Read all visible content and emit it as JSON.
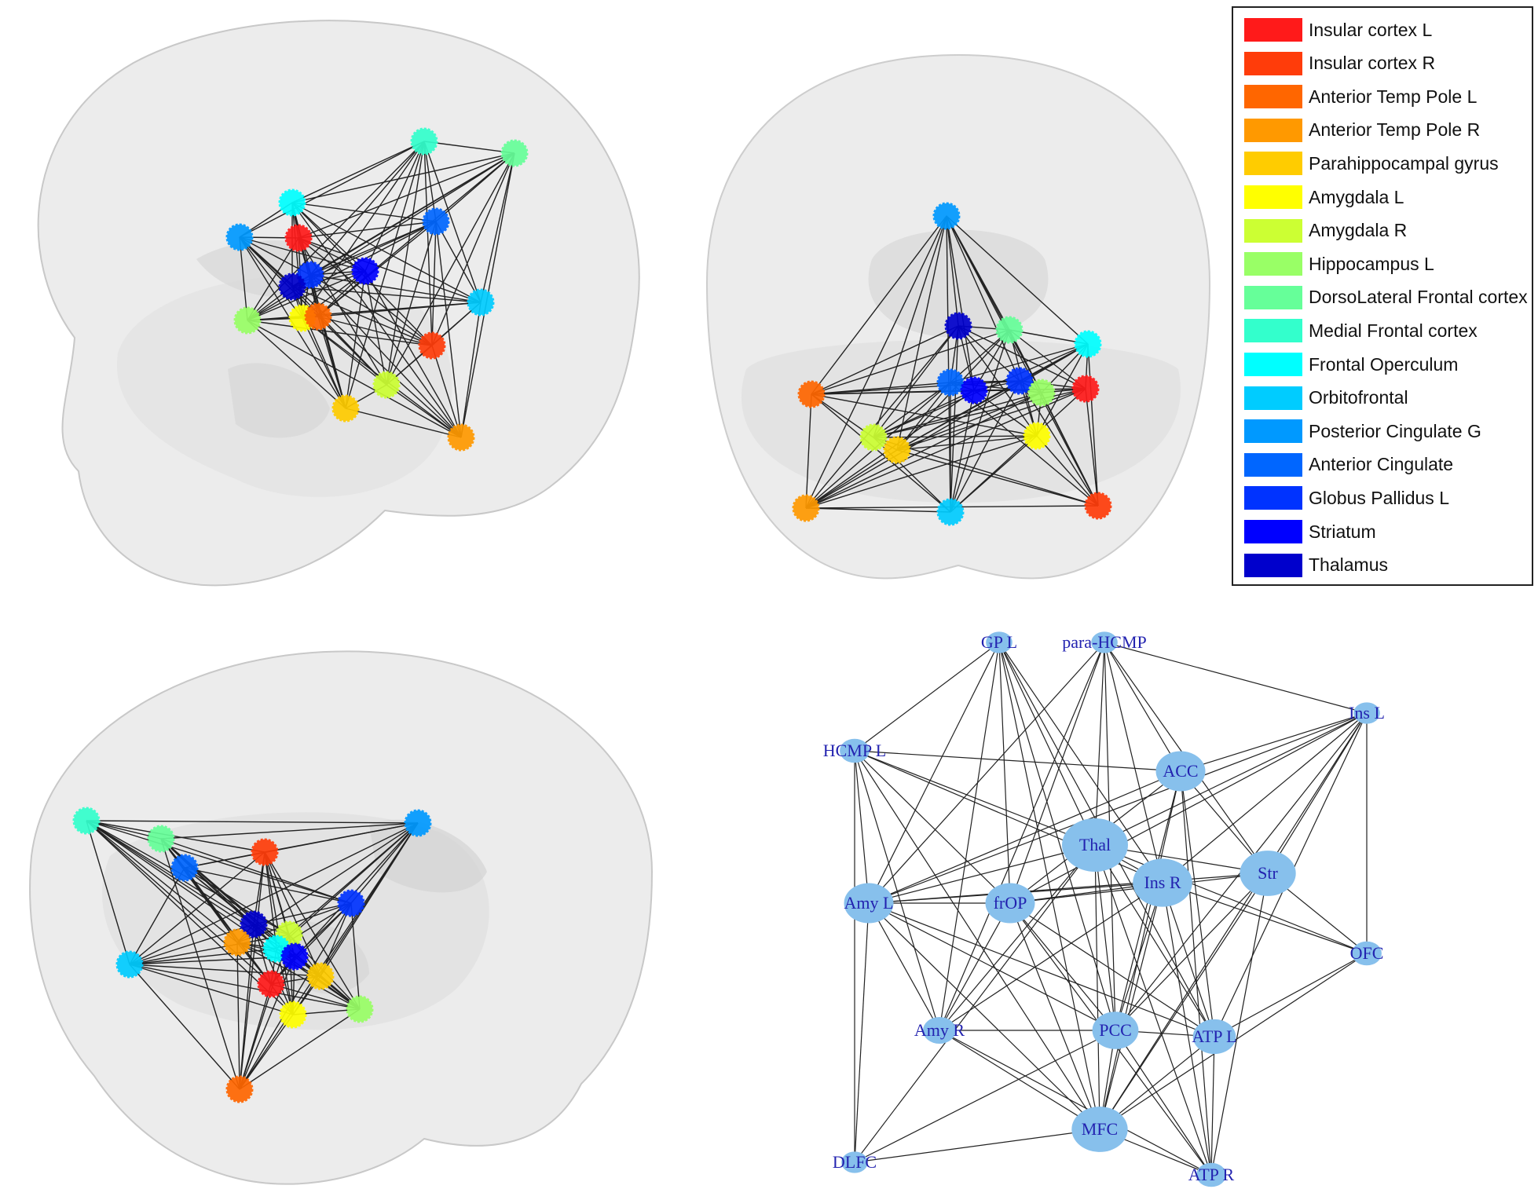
{
  "legend": {
    "items": [
      {
        "label": "Insular cortex L",
        "color": "#ff1a1a"
      },
      {
        "label": "Insular cortex R",
        "color": "#ff3c0a"
      },
      {
        "label": "Anterior Temp Pole L",
        "color": "#ff6600"
      },
      {
        "label": "Anterior Temp Pole R",
        "color": "#ff9900"
      },
      {
        "label": "Parahippocampal gyrus",
        "color": "#ffcc00"
      },
      {
        "label": "Amygdala L",
        "color": "#ffff00"
      },
      {
        "label": "Amygdala R",
        "color": "#ccff33"
      },
      {
        "label": "Hippocampus L",
        "color": "#99ff66"
      },
      {
        "label": "DorsoLateral Frontal cortex",
        "color": "#66ff99"
      },
      {
        "label": "Medial Frontal cortex",
        "color": "#33ffcc"
      },
      {
        "label": "Frontal Operculum",
        "color": "#00ffff"
      },
      {
        "label": "Orbitofrontal",
        "color": "#00ccff"
      },
      {
        "label": "Posterior Cingulate G",
        "color": "#0099ff"
      },
      {
        "label": "Anterior Cingulate",
        "color": "#0066ff"
      },
      {
        "label": "Globus Pallidus L",
        "color": "#0033ff"
      },
      {
        "label": "Striatum",
        "color": "#0000ff"
      },
      {
        "label": "Thalamus",
        "color": "#0000cc"
      }
    ]
  },
  "network": {
    "nodes": [
      {
        "id": "GPL",
        "label": "GP L",
        "r": 16
      },
      {
        "id": "paraHCMP",
        "label": "para-HCMP",
        "r": 16
      },
      {
        "id": "InsL",
        "label": "Ins L",
        "r": 16
      },
      {
        "id": "HCMPL",
        "label": "HCMP L",
        "r": 18
      },
      {
        "id": "ACC",
        "label": "ACC",
        "r": 30
      },
      {
        "id": "Thal",
        "label": "Thal",
        "r": 40
      },
      {
        "id": "Str",
        "label": "Str",
        "r": 34
      },
      {
        "id": "InsR",
        "label": "Ins R",
        "r": 36
      },
      {
        "id": "AmyL",
        "label": "Amy L",
        "r": 30
      },
      {
        "id": "frOP",
        "label": "frOP",
        "r": 30
      },
      {
        "id": "OFC",
        "label": "OFC",
        "r": 18
      },
      {
        "id": "AmyR",
        "label": "Amy R",
        "r": 20
      },
      {
        "id": "PCC",
        "label": "PCC",
        "r": 28
      },
      {
        "id": "ATPL",
        "label": "ATP L",
        "r": 26
      },
      {
        "id": "MFC",
        "label": "MFC",
        "r": 34
      },
      {
        "id": "DLFC",
        "label": "DLFC",
        "r": 16
      },
      {
        "id": "ATPR",
        "label": "ATP R",
        "r": 18
      }
    ],
    "edges": [
      [
        "GPL",
        "HCMPL"
      ],
      [
        "GPL",
        "AmyL"
      ],
      [
        "GPL",
        "frOP"
      ],
      [
        "GPL",
        "Thal"
      ],
      [
        "GPL",
        "InsR"
      ],
      [
        "GPL",
        "PCC"
      ],
      [
        "GPL",
        "ATPL"
      ],
      [
        "GPL",
        "AmyR"
      ],
      [
        "GPL",
        "MFC"
      ],
      [
        "paraHCMP",
        "InsL"
      ],
      [
        "paraHCMP",
        "AmyL"
      ],
      [
        "paraHCMP",
        "frOP"
      ],
      [
        "paraHCMP",
        "Thal"
      ],
      [
        "paraHCMP",
        "ACC"
      ],
      [
        "paraHCMP",
        "Str"
      ],
      [
        "paraHCMP",
        "InsR"
      ],
      [
        "paraHCMP",
        "AmyR"
      ],
      [
        "paraHCMP",
        "PCC"
      ],
      [
        "InsL",
        "ACC"
      ],
      [
        "InsL",
        "Thal"
      ],
      [
        "InsL",
        "frOP"
      ],
      [
        "InsL",
        "AmyL"
      ],
      [
        "InsL",
        "OFC"
      ],
      [
        "InsL",
        "Str"
      ],
      [
        "InsL",
        "PCC"
      ],
      [
        "InsL",
        "ATPL"
      ],
      [
        "InsL",
        "MFC"
      ],
      [
        "InsL",
        "InsR"
      ],
      [
        "HCMPL",
        "ACC"
      ],
      [
        "HCMPL",
        "Thal"
      ],
      [
        "HCMPL",
        "frOP"
      ],
      [
        "HCMPL",
        "InsR"
      ],
      [
        "HCMPL",
        "AmyR"
      ],
      [
        "HCMPL",
        "MFC"
      ],
      [
        "HCMPL",
        "DLFC"
      ],
      [
        "HCMPL",
        "AmyL"
      ],
      [
        "ACC",
        "AmyL"
      ],
      [
        "ACC",
        "Str"
      ],
      [
        "ACC",
        "ATPL"
      ],
      [
        "ACC",
        "PCC"
      ],
      [
        "ACC",
        "ATPR"
      ],
      [
        "ACC",
        "frOP"
      ],
      [
        "ACC",
        "MFC"
      ],
      [
        "Thal",
        "InsR"
      ],
      [
        "Thal",
        "AmyL"
      ],
      [
        "Thal",
        "PCC"
      ],
      [
        "Thal",
        "MFC"
      ],
      [
        "Thal",
        "ATPL"
      ],
      [
        "Thal",
        "ATPR"
      ],
      [
        "Thal",
        "Str"
      ],
      [
        "Thal",
        "AmyR"
      ],
      [
        "Thal",
        "OFC"
      ],
      [
        "Thal",
        "DLFC"
      ],
      [
        "Str",
        "frOP"
      ],
      [
        "Str",
        "AmyL"
      ],
      [
        "Str",
        "PCC"
      ],
      [
        "Str",
        "OFC"
      ],
      [
        "Str",
        "ATPR"
      ],
      [
        "Str",
        "MFC"
      ],
      [
        "InsR",
        "AmyL"
      ],
      [
        "InsR",
        "frOP"
      ],
      [
        "InsR",
        "PCC"
      ],
      [
        "InsR",
        "ATPL"
      ],
      [
        "InsR",
        "MFC"
      ],
      [
        "InsR",
        "ATPR"
      ],
      [
        "InsR",
        "OFC"
      ],
      [
        "InsR",
        "AmyR"
      ],
      [
        "AmyL",
        "frOP"
      ],
      [
        "AmyL",
        "AmyR"
      ],
      [
        "AmyL",
        "MFC"
      ],
      [
        "AmyL",
        "DLFC"
      ],
      [
        "AmyL",
        "ATPL"
      ],
      [
        "AmyL",
        "PCC"
      ],
      [
        "frOP",
        "AmyR"
      ],
      [
        "frOP",
        "MFC"
      ],
      [
        "frOP",
        "PCC"
      ],
      [
        "frOP",
        "ATPL"
      ],
      [
        "frOP",
        "ATPR"
      ],
      [
        "OFC",
        "ATPL"
      ],
      [
        "OFC",
        "MFC"
      ],
      [
        "AmyR",
        "PCC"
      ],
      [
        "AmyR",
        "MFC"
      ],
      [
        "AmyR",
        "ATPR"
      ],
      [
        "PCC",
        "ATPL"
      ],
      [
        "PCC",
        "MFC"
      ],
      [
        "PCC",
        "ATPR"
      ],
      [
        "PCC",
        "DLFC"
      ],
      [
        "ATPL",
        "MFC"
      ],
      [
        "ATPL",
        "ATPR"
      ],
      [
        "MFC",
        "DLFC"
      ],
      [
        "MFC",
        "ATPR"
      ]
    ]
  }
}
